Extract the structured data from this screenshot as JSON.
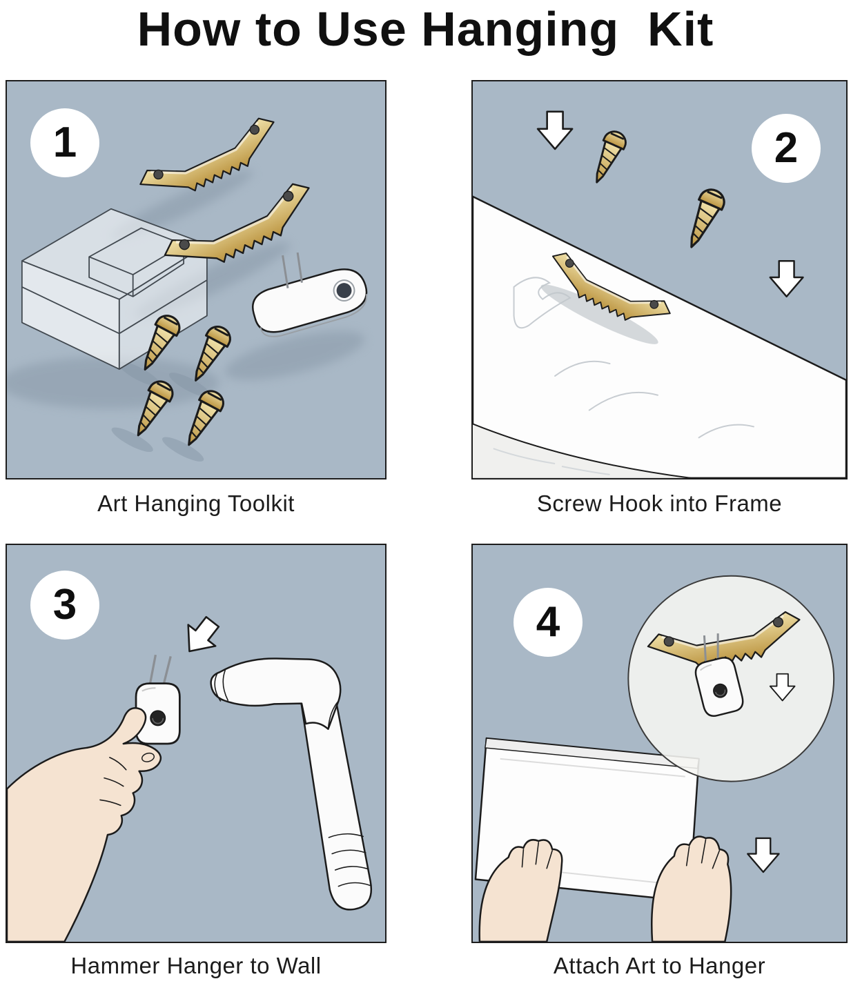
{
  "title": "How to Use Hanging  Kit",
  "panels": [
    {
      "number": "1",
      "caption": "Art Hanging Toolkit"
    },
    {
      "number": "2",
      "caption": "Screw Hook into Frame"
    },
    {
      "number": "3",
      "caption": "Hammer Hanger to Wall"
    },
    {
      "number": "4",
      "caption": "Attach Art to Hanger"
    }
  ],
  "colors": {
    "page_bg": "#ffffff",
    "panel_bg": "#a9b8c6",
    "panel_border": "#1d1d1d",
    "ink": "#1b1b1b",
    "gold_light": "#efe0a8",
    "gold_dark": "#bb9440",
    "white_obj": "#fbfbfb",
    "skin": "#f5e3d1",
    "shadow": "#8696a6",
    "text": "#1c1c1c"
  }
}
